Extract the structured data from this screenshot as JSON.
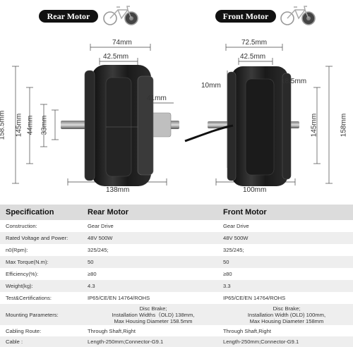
{
  "header": {
    "rear_title": "Rear Motor",
    "front_title": "Front Motor"
  },
  "rear_dims": {
    "width": "74mm",
    "inner_width": "42.5mm",
    "axle_width": "41mm",
    "height_outer": "158.5mm",
    "height_145": "145mm",
    "height_44": "44mm",
    "height_33": "33mm",
    "bottom_width": "138mm"
  },
  "front_dims": {
    "width": "72.5mm",
    "inner_width": "42.5mm",
    "gap_left": "10mm",
    "gap_right": "18.5mm",
    "height_145": "145mm",
    "height_158": "158mm",
    "bottom_width": "100mm"
  },
  "table": {
    "headers": [
      "Specification",
      "Rear Motor",
      "Front Motor"
    ],
    "rows": [
      {
        "spec": "Construction:",
        "rear": "Gear Drive",
        "front": "Gear Drive"
      },
      {
        "spec": "Rated Voltage and Power:",
        "rear": "48V 500W",
        "front": "48V 500W"
      },
      {
        "spec": "n0(Rpm):",
        "rear": "325/245;",
        "front": "325/245;"
      },
      {
        "spec": "Max Torque(N.m):",
        "rear": "50",
        "front": "50"
      },
      {
        "spec": "Efficiency(%):",
        "rear": "≥80",
        "front": "≥80"
      },
      {
        "spec": "Weight(kg):",
        "rear": "4.3",
        "front": "3.3"
      },
      {
        "spec": "Test&Certifications:",
        "rear": "IP65/CE/EN 14764/ROHS",
        "front": "IP65/CE/EN 14764/ROHS"
      },
      {
        "spec": "Mounting Parameters:",
        "rear_lines": [
          "Disc Brake;",
          "Installation Widths（OLD) 138mm,",
          "Max Housing Diameter 158.5mm"
        ],
        "front_lines": [
          "Disc Brake;",
          "Installation Width (OLD) 100mm,",
          "Max Housing Diameter 158mm"
        ]
      },
      {
        "spec": "Cabling Route:",
        "rear": "Through Shaft,Right",
        "front": "Through Shaft,Right"
      },
      {
        "spec": "Cable :",
        "rear": "Length-250mm;Connector-G9.1",
        "front": "Length-250mm;Connector-G9.1"
      }
    ]
  },
  "colors": {
    "pill_bg": "#111111",
    "table_header_bg": "#dcdcdc",
    "table_alt_bg": "#eeeeee",
    "motor_dark": "#1e1e1e"
  }
}
